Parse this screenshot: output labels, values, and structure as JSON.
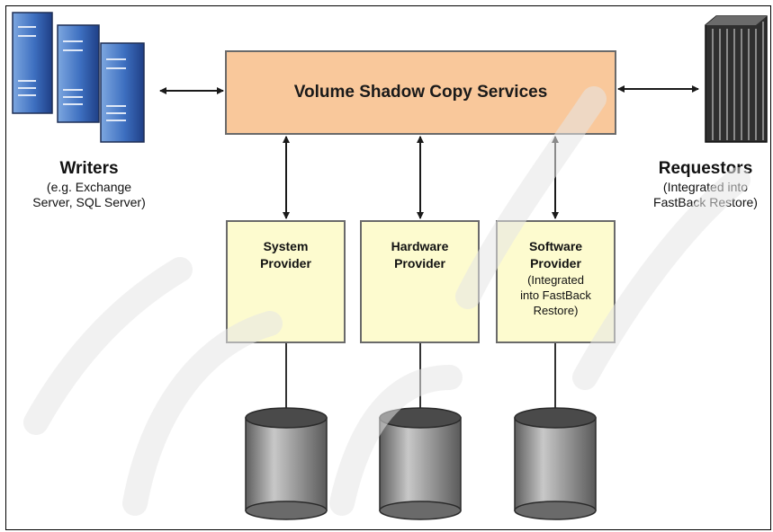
{
  "vss": {
    "label": "Volume Shadow Copy Services"
  },
  "writers": {
    "title": "Writers",
    "subtitle": "(e.g. Exchange\nServer, SQL Server)"
  },
  "requestors": {
    "title": "Requestors",
    "subtitle": "(Integrated into\nFastBack Restore)"
  },
  "providers": [
    {
      "title": "System\nProvider",
      "subtitle": ""
    },
    {
      "title": "Hardware\nProvider",
      "subtitle": ""
    },
    {
      "title": "Software\nProvider",
      "subtitle": "(Integrated\ninto FastBack\nRestore)"
    }
  ],
  "colors": {
    "vss_fill": "#f9c89b",
    "provider_fill": "#fdfbcf",
    "disk_fill": "#9a9a9a",
    "arrow": "#1a1a1a"
  }
}
